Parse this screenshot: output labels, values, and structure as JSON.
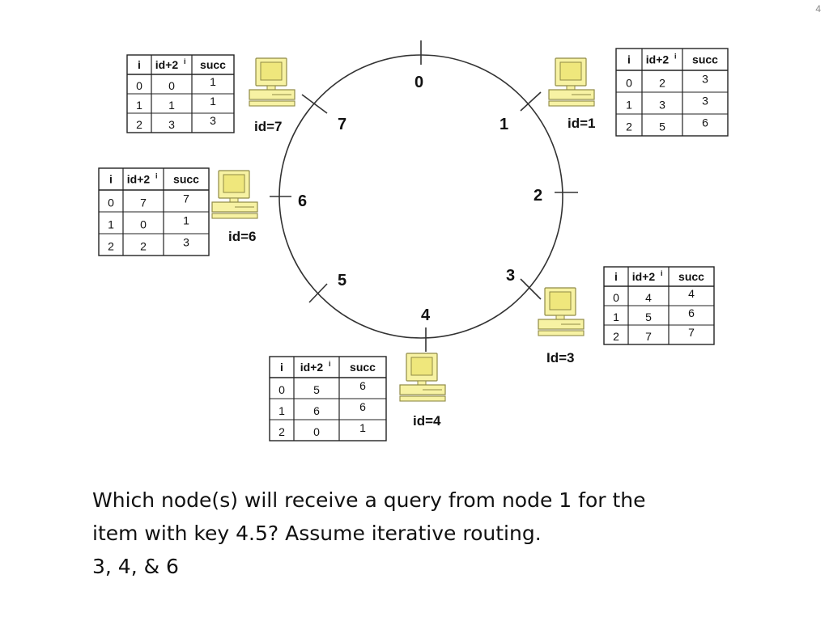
{
  "page_number": "4",
  "ring_positions": [
    "0",
    "1",
    "2",
    "3",
    "4",
    "5",
    "6",
    "7"
  ],
  "nodes": [
    {
      "id_label": "id=7",
      "icon": "computer-icon",
      "table": {
        "headers": [
          "i",
          "id+2",
          "succ"
        ],
        "superscript": "i",
        "rows": [
          [
            "0",
            "0",
            "1"
          ],
          [
            "1",
            "1",
            "1"
          ],
          [
            "2",
            "3",
            "3"
          ]
        ]
      }
    },
    {
      "id_label": "id=1",
      "icon": "computer-icon",
      "table": {
        "headers": [
          "i",
          "id+2",
          "succ"
        ],
        "superscript": "i",
        "rows": [
          [
            "0",
            "2",
            "3"
          ],
          [
            "1",
            "3",
            "3"
          ],
          [
            "2",
            "5",
            "6"
          ]
        ]
      }
    },
    {
      "id_label": "id=6",
      "icon": "computer-icon",
      "table": {
        "headers": [
          "i",
          "id+2",
          "succ"
        ],
        "superscript": "i",
        "rows": [
          [
            "0",
            "7",
            "7"
          ],
          [
            "1",
            "0",
            "1"
          ],
          [
            "2",
            "2",
            "3"
          ]
        ]
      }
    },
    {
      "id_label": "Id=3",
      "icon": "computer-icon",
      "table": {
        "headers": [
          "i",
          "id+2",
          "succ"
        ],
        "superscript": "i",
        "rows": [
          [
            "0",
            "4",
            "4"
          ],
          [
            "1",
            "5",
            "6"
          ],
          [
            "2",
            "7",
            "7"
          ]
        ]
      }
    },
    {
      "id_label": "id=4",
      "icon": "computer-icon",
      "table": {
        "headers": [
          "i",
          "id+2",
          "succ"
        ],
        "superscript": "i",
        "rows": [
          [
            "0",
            "5",
            "6"
          ],
          [
            "1",
            "6",
            "6"
          ],
          [
            "2",
            "0",
            "1"
          ]
        ]
      }
    }
  ],
  "question": {
    "line1": "Which node(s) will receive a query from node 1 for the",
    "line2": "item with key 4.5?  Assume iterative routing.",
    "answer": "3, 4, & 6"
  },
  "colors": {
    "computer_fill": "#f7f2a3",
    "computer_screen": "#efe77c",
    "computer_outline": "#8f8a45",
    "line": "#333333"
  }
}
